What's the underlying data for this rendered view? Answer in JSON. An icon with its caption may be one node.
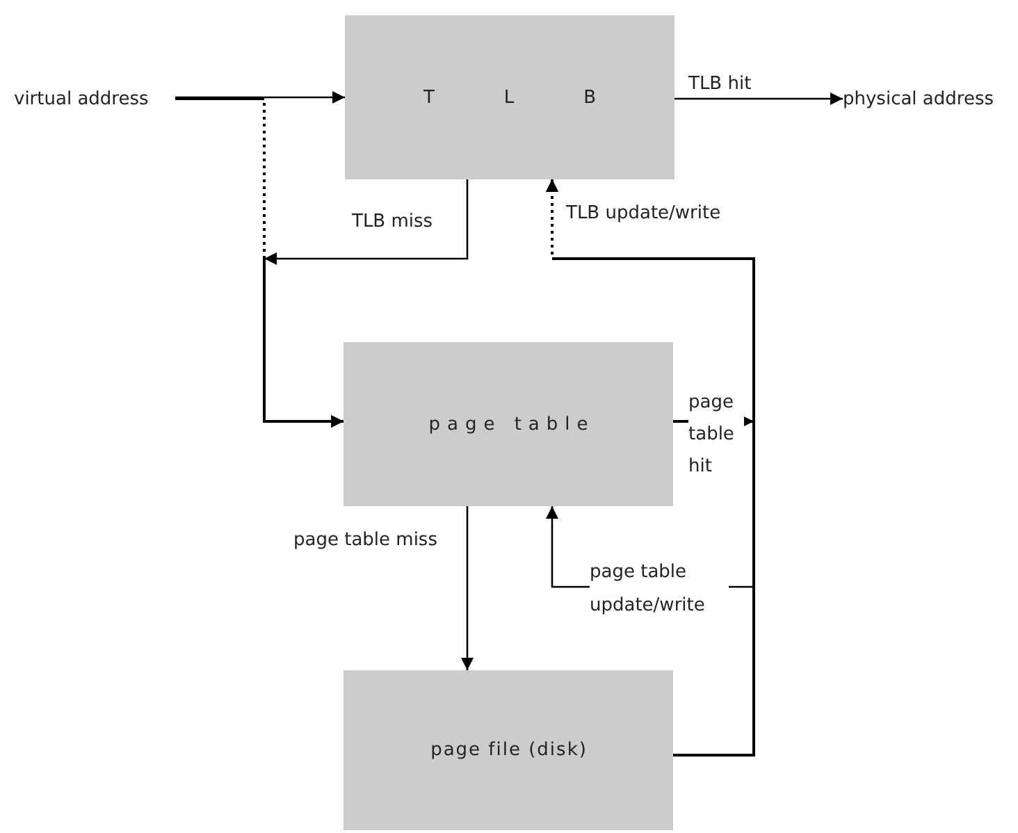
{
  "diagram": {
    "nodes": [
      {
        "text": [
          "virtual address"
        ]
      },
      {
        "text": [
          "TLB"
        ]
      },
      {
        "text": [
          "physical address"
        ]
      },
      {
        "text": [
          "page table"
        ]
      },
      {
        "text": [
          "page file (disk)"
        ]
      }
    ],
    "edges": [
      {
        "from": 0,
        "to": 1,
        "arrow": "to"
      },
      {
        "from": 1,
        "to": 3,
        "arrow": "to",
        "label": "TLB miss"
      },
      {
        "from": 0,
        "to": 3,
        "arrow": "to",
        "style": "dashed"
      },
      {
        "from": 1,
        "to": 2,
        "arrow": "to",
        "label": "TLB hit"
      },
      {
        "from": 3,
        "to": 1,
        "arrow": "to",
        "label": "page table hit",
        "style": "dashed"
      },
      {
        "from": 4,
        "to": 1,
        "arrow": "to",
        "label": "TLB update/write",
        "style": "dashed"
      },
      {
        "from": 4,
        "to": 3,
        "arrow": "to",
        "label": "page table update/write"
      },
      {
        "from": 3,
        "to": 4,
        "arrow": "to",
        "label": "page table miss"
      }
    ]
  }
}
